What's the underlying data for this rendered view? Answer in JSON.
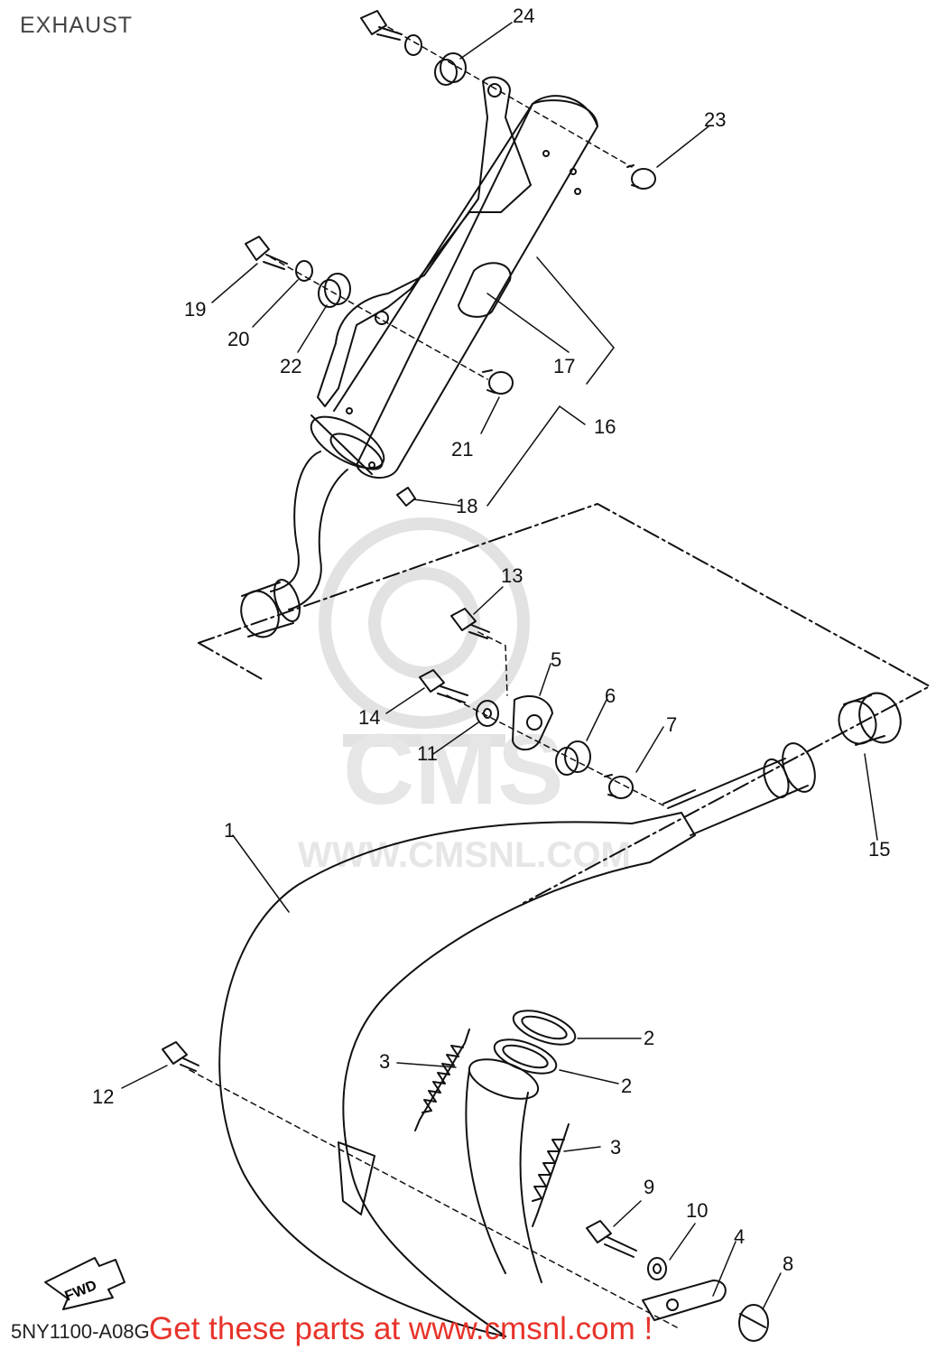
{
  "title": "EXHAUST",
  "diagram_code": "5NY1100-A08G",
  "promo_text": "Get these parts at www.cmsnl.com !",
  "watermark": {
    "brand": "CMS",
    "url": "WWW.CMSNL.COM"
  },
  "fwd_label": "FWD",
  "colors": {
    "line": "#111111",
    "promo": "#e8332a",
    "watermark": "#e4e4e4"
  },
  "callouts": [
    "24",
    "23",
    "19",
    "20",
    "22",
    "17",
    "21",
    "16",
    "18",
    "13",
    "5",
    "14",
    "6",
    "11",
    "7",
    "15",
    "1",
    "2",
    "2",
    "3",
    "12",
    "3",
    "9",
    "10",
    "4",
    "8"
  ],
  "parts": [
    {
      "ref": "1",
      "name": "exhaust-pipe"
    },
    {
      "ref": "2",
      "name": "gasket"
    },
    {
      "ref": "3",
      "name": "spring"
    },
    {
      "ref": "4",
      "name": "bracket"
    },
    {
      "ref": "5",
      "name": "bracket"
    },
    {
      "ref": "6",
      "name": "damper"
    },
    {
      "ref": "7",
      "name": "collar"
    },
    {
      "ref": "8",
      "name": "damper"
    },
    {
      "ref": "9",
      "name": "bolt"
    },
    {
      "ref": "10",
      "name": "washer"
    },
    {
      "ref": "11",
      "name": "washer"
    },
    {
      "ref": "12",
      "name": "bolt"
    },
    {
      "ref": "13",
      "name": "bolt"
    },
    {
      "ref": "14",
      "name": "bolt"
    },
    {
      "ref": "15",
      "name": "joint"
    },
    {
      "ref": "16",
      "name": "silencer-assembly"
    },
    {
      "ref": "17",
      "name": "protector"
    },
    {
      "ref": "18",
      "name": "screw"
    },
    {
      "ref": "19",
      "name": "bolt"
    },
    {
      "ref": "20",
      "name": "washer"
    },
    {
      "ref": "21",
      "name": "collar"
    },
    {
      "ref": "22",
      "name": "damper"
    },
    {
      "ref": "23",
      "name": "collar"
    },
    {
      "ref": "24",
      "name": "damper"
    }
  ]
}
